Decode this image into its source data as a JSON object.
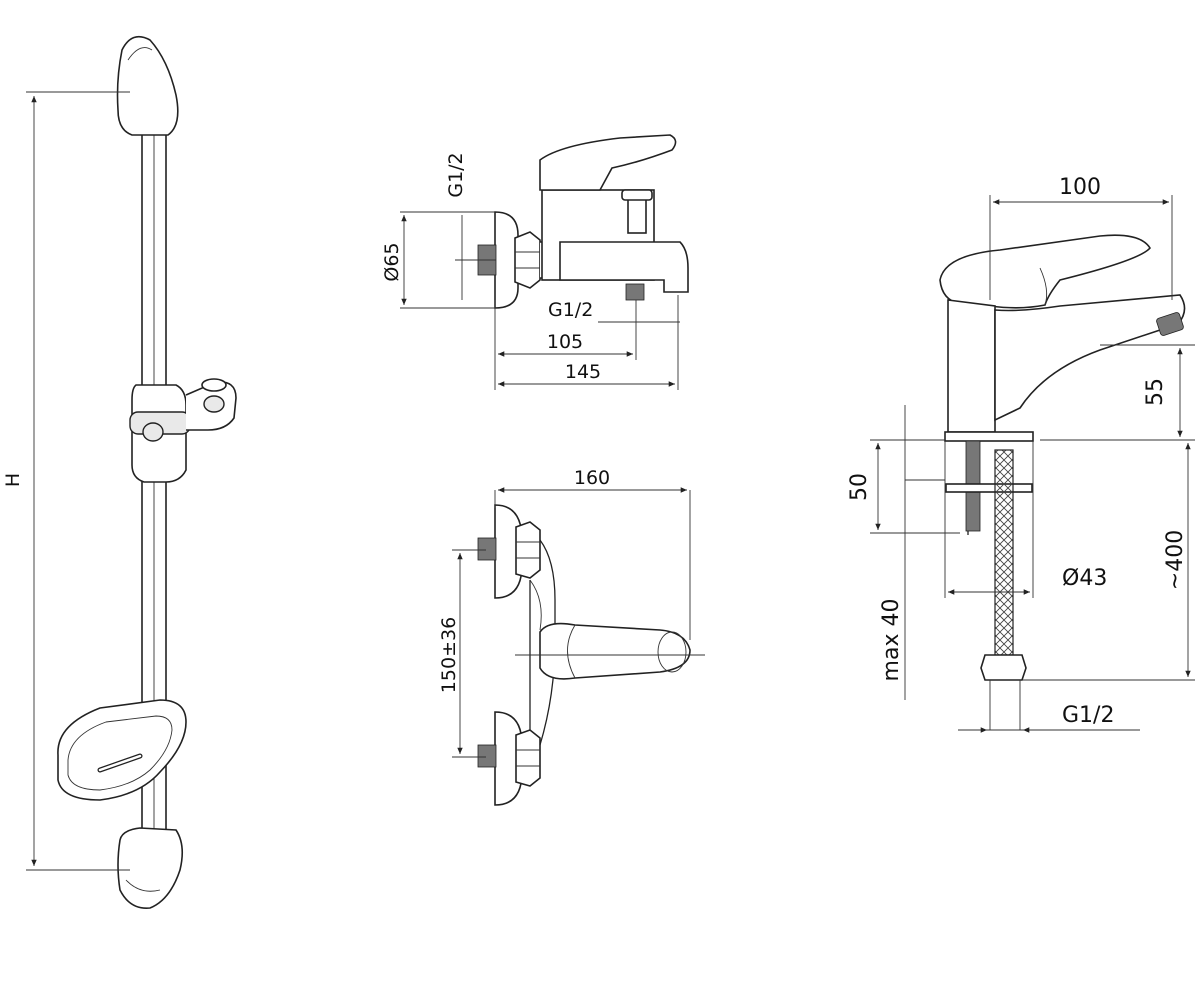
{
  "shower_rail": {
    "height_label": "H"
  },
  "bath_mixer_side": {
    "inlet_thread_label": "G1/2",
    "flange_diameter_label": "Ø65",
    "spout_thread_label": "G1/2",
    "dim_105_label": "105",
    "dim_145_label": "145"
  },
  "bath_mixer_top": {
    "width_label": "160",
    "inlet_spacing_label": "150±36"
  },
  "basin_mixer": {
    "width_label": "100",
    "spout_height_label": "55",
    "base_height_label": "50",
    "max_thickness_label": "max 40",
    "shank_diameter_label": "Ø43",
    "hose_length_label": "~400",
    "hose_thread_label": "G1/2"
  }
}
